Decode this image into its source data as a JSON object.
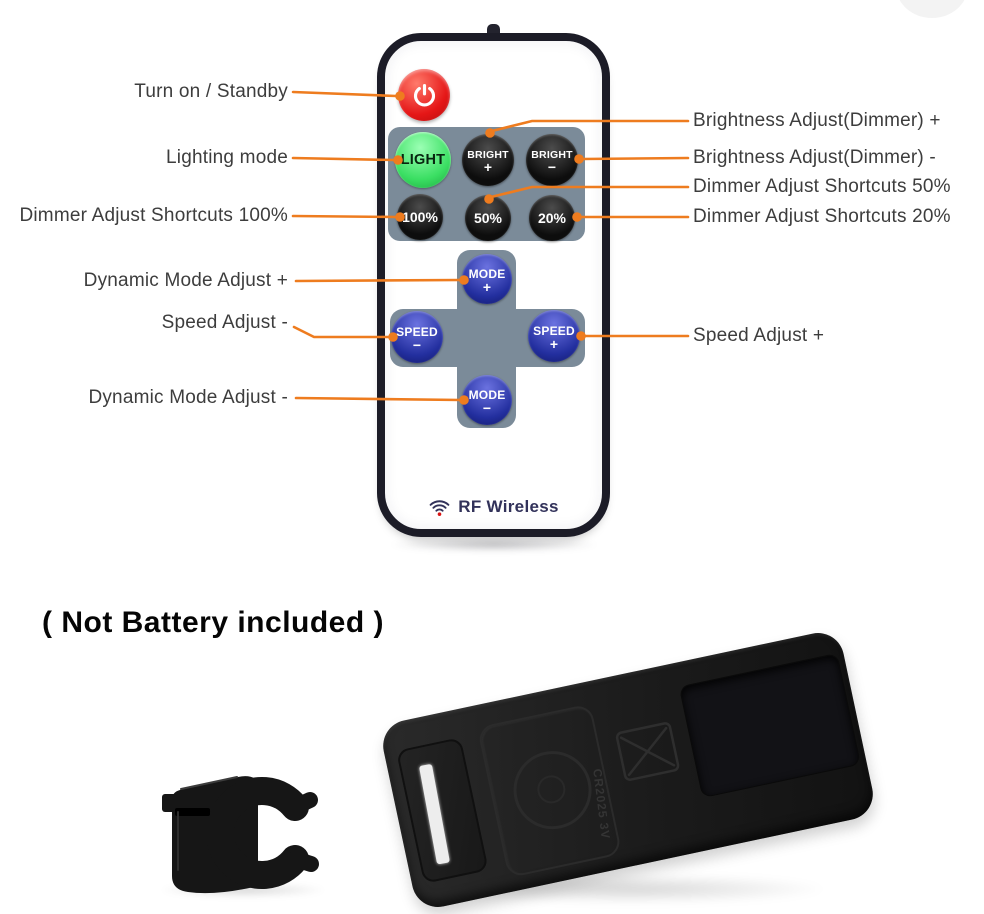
{
  "colors": {
    "accent": "#ee7c1f",
    "label_text": "#3d3d3d",
    "panel_gray": "#7b8b99",
    "key_black": "#0d0d0d",
    "key_green": "#3bdf63",
    "key_blue": "#232f9f",
    "power_red": "#e51717",
    "remote_border": "#1c1c27",
    "brand_navy": "#32325a",
    "wifi_dot_red": "#d91414",
    "plastic_black": "#1b1b1b",
    "caption_black": "#050505"
  },
  "annotations": {
    "left": [
      {
        "id": "turn-on-standby",
        "text": "Turn on / Standby"
      },
      {
        "id": "lighting-mode",
        "text": "Lighting mode"
      },
      {
        "id": "dimmer-shortcut-100",
        "text": "Dimmer Adjust Shortcuts 100%"
      },
      {
        "id": "dynamic-mode-plus",
        "text": "Dynamic Mode Adjust +"
      },
      {
        "id": "speed-minus",
        "text": "Speed Adjust -"
      },
      {
        "id": "dynamic-mode-minus",
        "text": "Dynamic Mode Adjust -"
      }
    ],
    "right": [
      {
        "id": "brightness-plus",
        "text": "Brightness Adjust(Dimmer) +"
      },
      {
        "id": "brightness-minus",
        "text": "Brightness Adjust(Dimmer) -"
      },
      {
        "id": "dimmer-shortcut-50",
        "text": "Dimmer Adjust Shortcuts 50%"
      },
      {
        "id": "dimmer-shortcut-20",
        "text": "Dimmer Adjust Shortcuts 20%"
      },
      {
        "id": "speed-plus",
        "text": "Speed Adjust +"
      }
    ]
  },
  "remote": {
    "brand": "RF Wireless",
    "keys": {
      "light": "LIGHT",
      "bright_plus": {
        "l1": "BRIGHT",
        "l2": "+"
      },
      "bright_minus": {
        "l1": "BRIGHT",
        "l2": "−"
      },
      "p100": "100%",
      "p50": "50%",
      "p20": "20%",
      "mode_plus": {
        "l1": "MODE",
        "l2": "+"
      },
      "speed_minus": {
        "l1": "SPEED",
        "l2": "−"
      },
      "speed_plus": {
        "l1": "SPEED",
        "l2": "+"
      },
      "mode_minus": {
        "l1": "MODE",
        "l2": "−"
      }
    }
  },
  "photo_section": {
    "caption": "( Not Battery included )",
    "battery_text": "CR2025 3V"
  }
}
